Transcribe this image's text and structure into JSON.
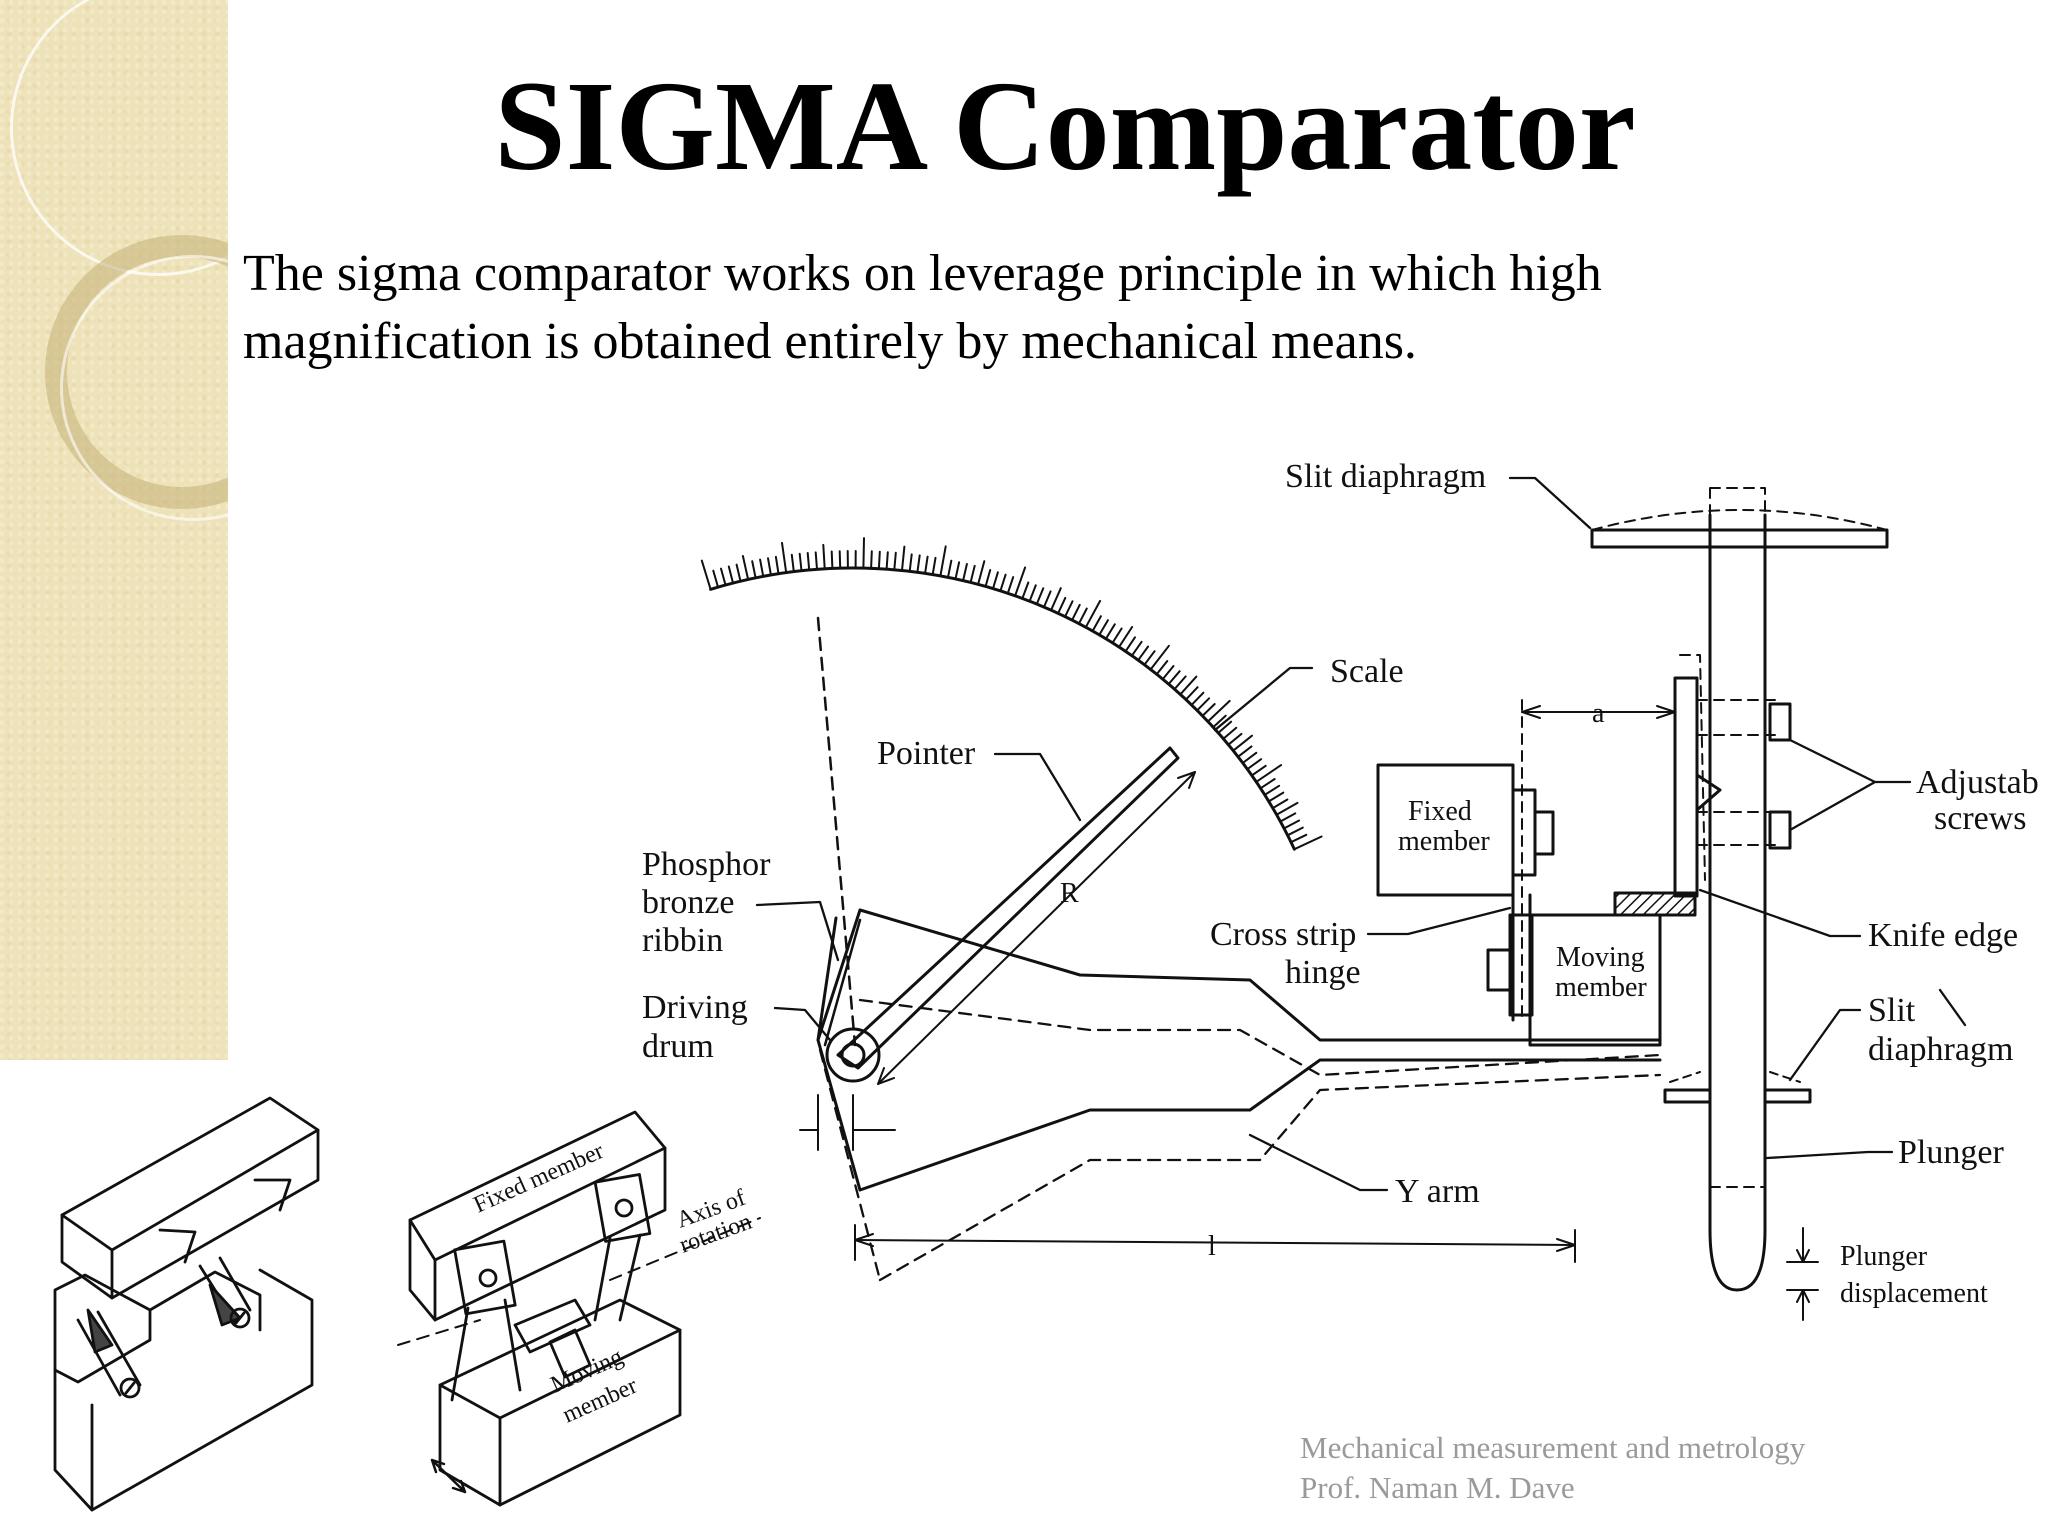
{
  "slide": {
    "title": "SIGMA Comparator",
    "intro_lines": [
      "The sigma comparator works on leverage principle in which high",
      "magnification is obtained entirely by mechanical means."
    ]
  },
  "diagram": {
    "labels": {
      "slit_diaphragm_top": "Slit diaphragm",
      "scale": "Scale",
      "pointer": "Pointer",
      "phosphor_1": "Phosphor",
      "phosphor_2": "bronze",
      "phosphor_3": "ribbin",
      "driving_1": "Driving",
      "driving_2": "drum",
      "r_dim": "R",
      "a_dim": "a",
      "l_dim": "l",
      "fixed_member_1": "Fixed",
      "fixed_member_2": "member",
      "moving_member_1": "Moving",
      "moving_member_2": "member",
      "cross_strip_1": "Cross strip",
      "cross_strip_2": "hinge",
      "adjustable_1": "Adjustab",
      "adjustable_2": "screws",
      "knife_edge": "Knife edge",
      "slit_diaphragm_2a": "Slit",
      "slit_diaphragm_2b": "diaphragm",
      "plunger": "Plunger",
      "plunger_disp_1": "Plunger",
      "plunger_disp_2": "displacement",
      "y_arm": "Y arm",
      "hinge_fixed_member": "Fixed member",
      "axis_1": "Axis of",
      "axis_2": "rotation",
      "hinge_moving_1": "Moving",
      "hinge_moving_2": "member"
    }
  },
  "footer": {
    "line1": "Mechanical measurement  and metrology",
    "line2": "Prof. Naman M. Dave"
  },
  "colors": {
    "sidebar": "#eee2b8",
    "footer_text": "#9a9a9a"
  }
}
